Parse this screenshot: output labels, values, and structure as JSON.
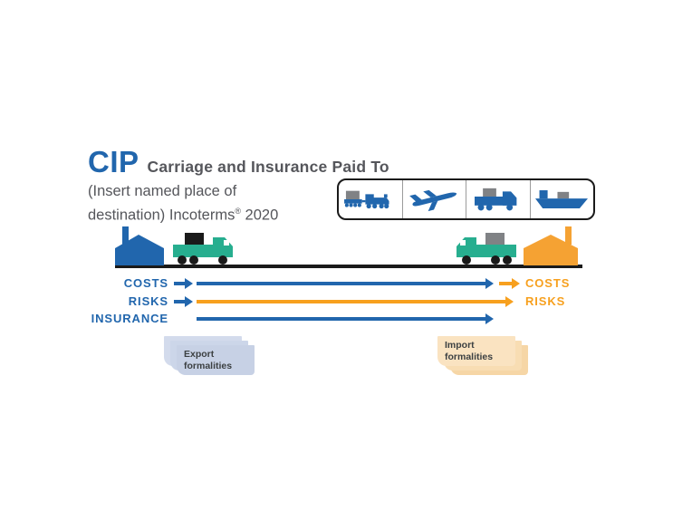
{
  "header": {
    "acronym": "CIP",
    "title": "Carriage and Insurance Paid To",
    "subtitle_line1": "(Insert named place of",
    "subtitle_line2_pre": "destination) Incoterms",
    "registered_mark": "®",
    "subtitle_line2_post": " 2020"
  },
  "transport_modes": {
    "modes": [
      "rail",
      "air",
      "road",
      "sea"
    ]
  },
  "flow_rows": {
    "costs": {
      "left_label": "COSTS",
      "right_label": "COSTS"
    },
    "risks": {
      "left_label": "RISKS",
      "right_label": "RISKS"
    },
    "insurance": {
      "left_label": "INSURANCE"
    }
  },
  "formalities": {
    "export_label": "Export formalities",
    "import_label": "Import formalities"
  },
  "colors": {
    "brand_blue": "#2166AD",
    "accent_orange": "#F7A01E",
    "vehicle_green": "#27AE8F",
    "building_orange": "#F5A233",
    "dark_text": "#55565B",
    "cargo_gray": "#808285",
    "export_paper": "#C7D1E5",
    "import_paper": "#FAE3C1",
    "timeline_black": "#1A1A1A"
  }
}
